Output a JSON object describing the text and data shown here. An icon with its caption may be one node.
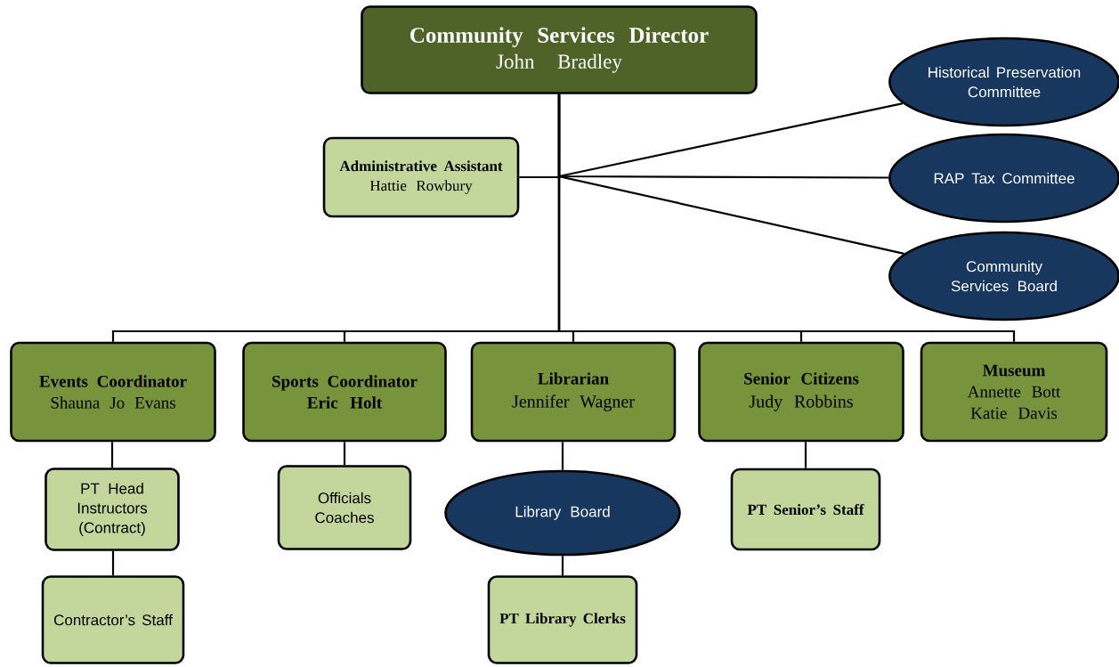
{
  "diagram": {
    "nodes": [
      {
        "text": [
          "Community Services Director",
          "John Bradley"
        ]
      },
      {
        "text": [
          "Administrative Assistant",
          "Hattie  Rowbury"
        ]
      },
      {
        "text": [
          "Historical Preservation Committee"
        ]
      },
      {
        "text": [
          "RAP Tax Committee"
        ]
      },
      {
        "text": [
          "Community Services  Board"
        ]
      },
      {
        "text": [
          "Events Coordinator",
          "Shauna Jo Evans"
        ]
      },
      {
        "text": [
          "Sports Coordinator",
          "Eric Holt"
        ]
      },
      {
        "text": [
          "Librarian",
          "Jennifer Wagner"
        ]
      },
      {
        "text": [
          "Senior Citizens",
          "Judy Robbins"
        ]
      },
      {
        "text": [
          "Museum",
          "Annette Bott",
          "Katie Davis"
        ]
      },
      {
        "text": [
          "PT Head Instructors (Contract)"
        ]
      },
      {
        "text": [
          "Officials",
          "Coaches"
        ]
      },
      {
        "text": [
          "Library  Board"
        ]
      },
      {
        "text": [
          "PT Senior’s Staff"
        ]
      },
      {
        "text": [
          "Contractor’s Staff"
        ]
      },
      {
        "text": [
          "PT Library Clerks"
        ]
      }
    ],
    "edges": [
      {
        "from": 0,
        "to": 1,
        "arrow": "none"
      },
      {
        "from": 0,
        "to": 2,
        "arrow": "none"
      },
      {
        "from": 0,
        "to": 3,
        "arrow": "none"
      },
      {
        "from": 0,
        "to": 4,
        "arrow": "none"
      },
      {
        "from": 0,
        "to": 5,
        "arrow": "none"
      },
      {
        "from": 0,
        "to": 6,
        "arrow": "none"
      },
      {
        "from": 0,
        "to": 7,
        "arrow": "none"
      },
      {
        "from": 0,
        "to": 8,
        "arrow": "none"
      },
      {
        "from": 0,
        "to": 9,
        "arrow": "none"
      },
      {
        "from": 5,
        "to": 10,
        "arrow": "none"
      },
      {
        "from": 10,
        "to": 14,
        "arrow": "none"
      },
      {
        "from": 6,
        "to": 11,
        "arrow": "none"
      },
      {
        "from": 7,
        "to": 12,
        "arrow": "none"
      },
      {
        "from": 12,
        "to": 15,
        "arrow": "none"
      },
      {
        "from": 8,
        "to": 13,
        "arrow": "none"
      }
    ]
  }
}
